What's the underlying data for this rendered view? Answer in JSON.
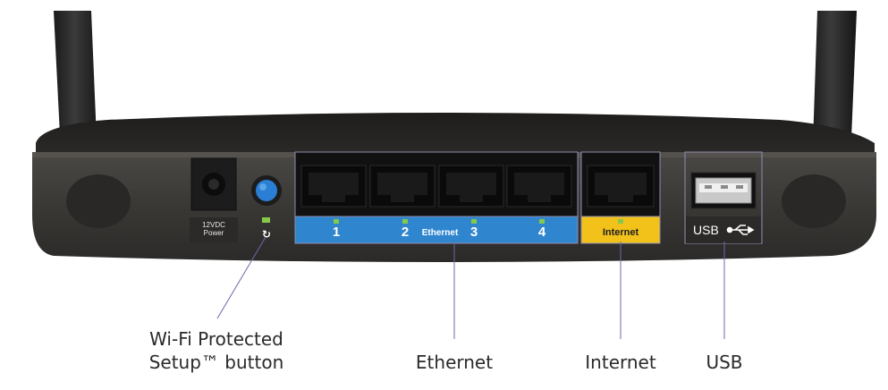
{
  "ports": [
    {
      "id": "1",
      "label": "1"
    },
    {
      "id": "2",
      "label": "2"
    },
    {
      "id": "3",
      "label": "3"
    },
    {
      "id": "4",
      "label": "4"
    }
  ],
  "panel_labels": {
    "power_top": "12VDC",
    "power_bottom": "Power",
    "ethernet": "Ethernet",
    "internet": "Internet",
    "usb": "USB"
  },
  "callouts": {
    "wps_line1": "Wi-Fi Protected",
    "wps_line2": "Setup™ button",
    "ethernet": "Ethernet",
    "internet": "Internet",
    "usb": "USB"
  },
  "colors": {
    "ethernet_strip": "#2f86cf",
    "internet_strip": "#f2c21b",
    "body": "#3a3835",
    "wps_button": "#2a7fd4",
    "led": "#86c94a"
  }
}
